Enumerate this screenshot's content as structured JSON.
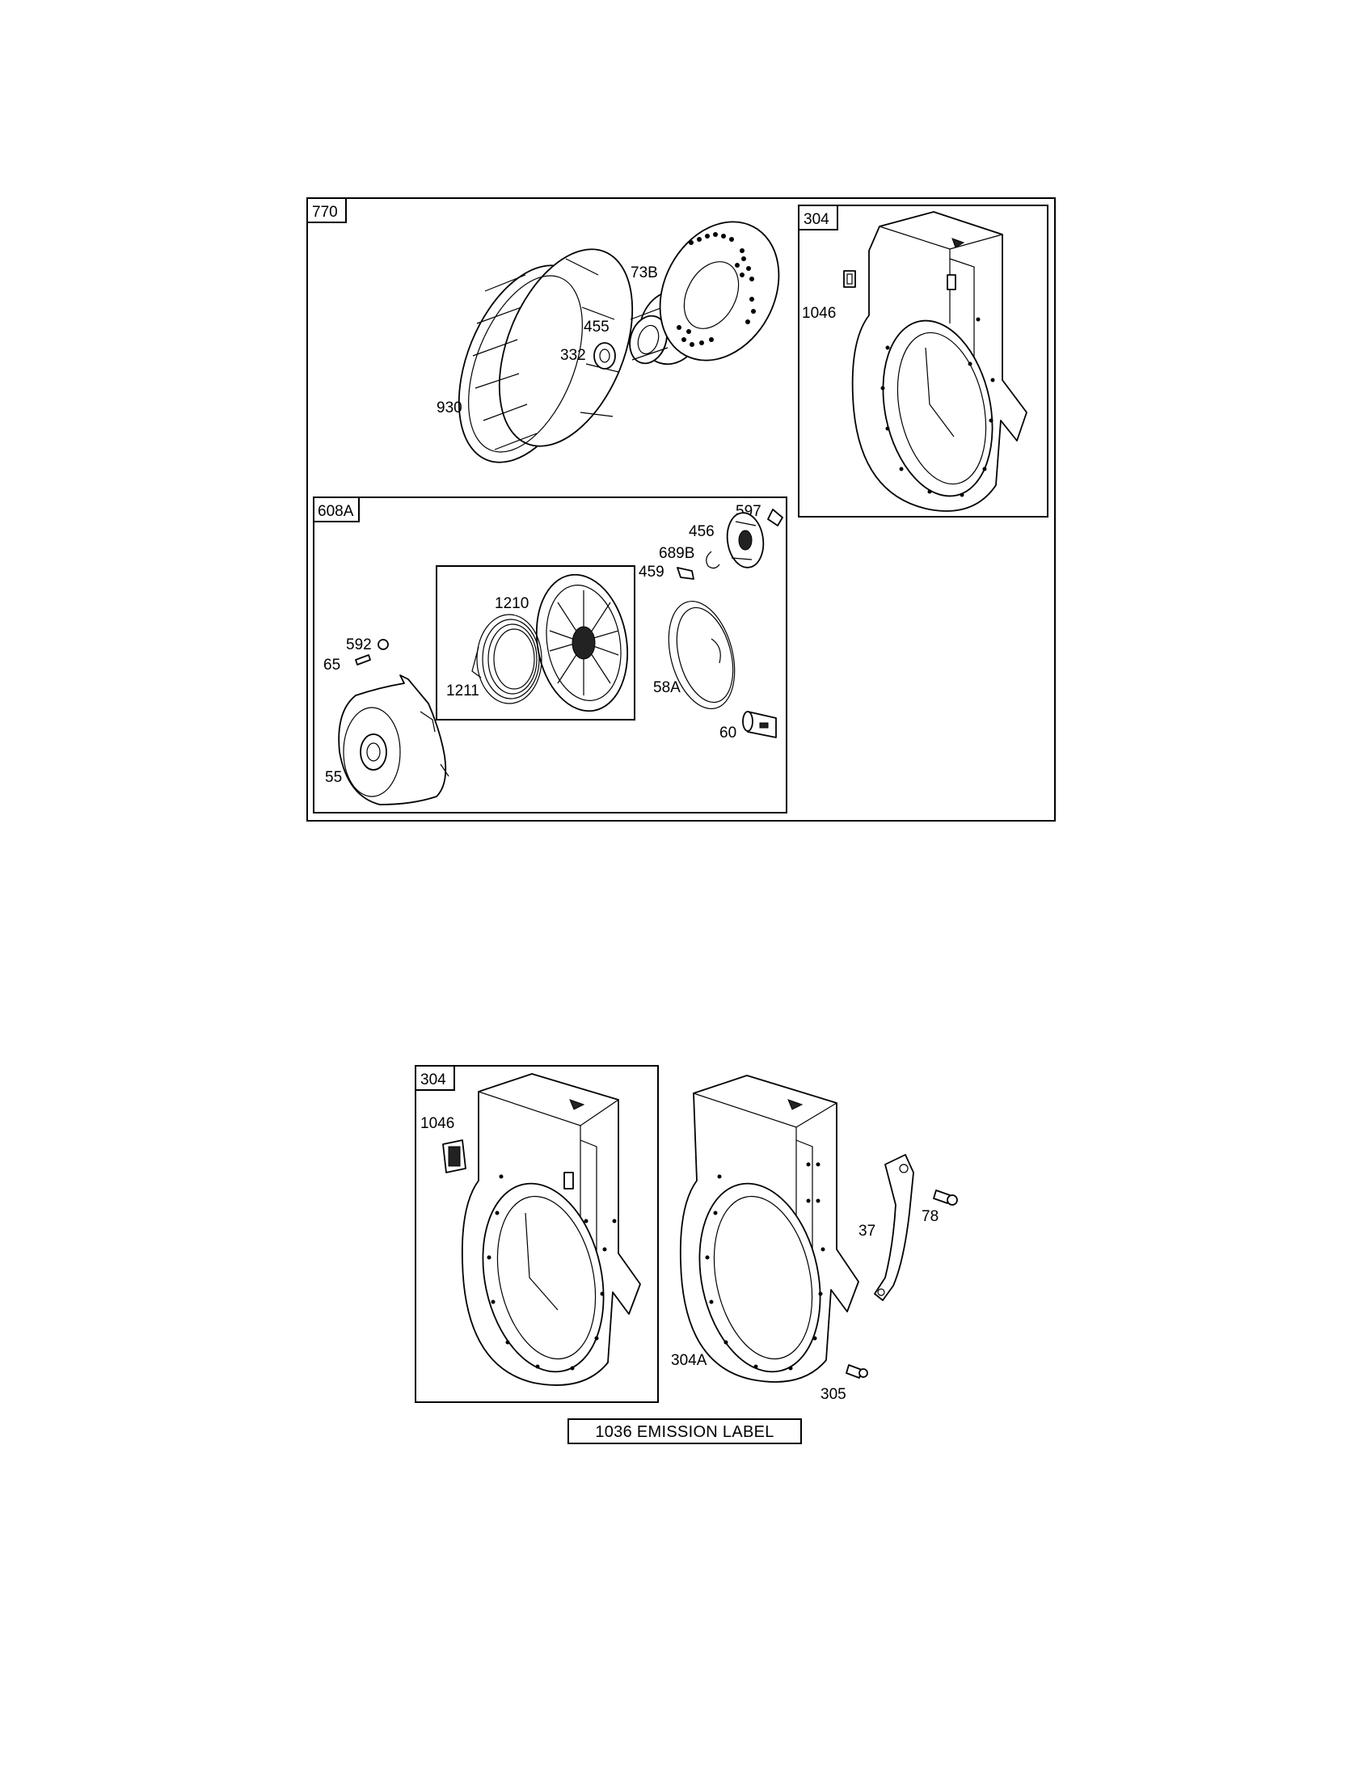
{
  "top_group": {
    "tag": "770",
    "parts": {
      "p73B": "73B",
      "p455": "455",
      "p332": "332",
      "p930": "930"
    },
    "shroud_box": {
      "tag": "304",
      "parts": {
        "p1046": "1046"
      }
    },
    "starter_box": {
      "tag": "608A",
      "parts": {
        "p597": "597",
        "p456": "456",
        "p689B": "689B",
        "p459": "459",
        "p1210": "1210",
        "p592": "592",
        "p65": "65",
        "p1211": "1211",
        "p58A": "58A",
        "p60": "60",
        "p55": "55"
      }
    }
  },
  "bottom_group": {
    "shroud_box": {
      "tag": "304",
      "parts": {
        "p1046": "1046"
      }
    },
    "parts": {
      "p37": "37",
      "p78": "78",
      "p304A": "304A",
      "p305": "305"
    },
    "caption": "1036 EMISSION LABEL"
  }
}
